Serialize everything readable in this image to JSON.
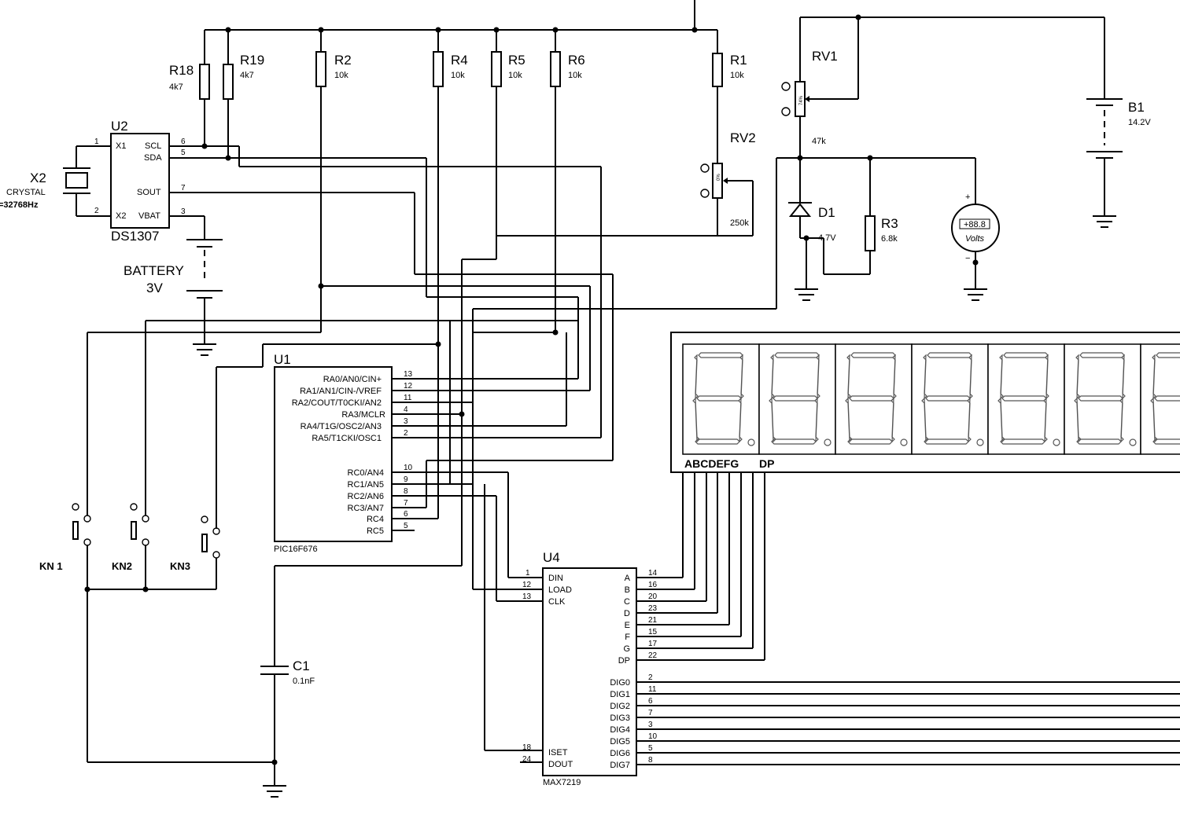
{
  "components": {
    "R18": {
      "ref": "R18",
      "value": "4k7"
    },
    "R19": {
      "ref": "R19",
      "value": "4k7"
    },
    "R2": {
      "ref": "R2",
      "value": "10k"
    },
    "R4": {
      "ref": "R4",
      "value": "10k"
    },
    "R5": {
      "ref": "R5",
      "value": "10k"
    },
    "R6": {
      "ref": "R6",
      "value": "10k"
    },
    "R1": {
      "ref": "R1",
      "value": "10k"
    },
    "RV1": {
      "ref": "RV1",
      "value": "47k",
      "wiper": "74%"
    },
    "RV2": {
      "ref": "RV2",
      "value": "250k",
      "wiper": "0%"
    },
    "B1": {
      "ref": "B1",
      "value": "14.2V"
    },
    "D1": {
      "ref": "D1",
      "value": "4.7V"
    },
    "R3": {
      "ref": "R3",
      "value": "6.8k"
    },
    "X2": {
      "ref": "X2",
      "type": "CRYSTAL",
      "freq": "=32768Hz"
    },
    "U2": {
      "ref": "U2",
      "part": "DS1307",
      "pins": {
        "x1": "X1",
        "x2": "X2",
        "scl": "SCL",
        "sda": "SDA",
        "sout": "SOUT",
        "vbat": "VBAT"
      },
      "nums": [
        "1",
        "2",
        "6",
        "5",
        "7",
        "3"
      ]
    },
    "BATTERY": {
      "ref": "BATTERY",
      "value": "3V"
    },
    "U1": {
      "ref": "U1",
      "part": "PIC16F676",
      "pins": [
        {
          "name": "RA0/AN0/CIN+",
          "num": "13"
        },
        {
          "name": "RA1/AN1/CIN-/VREF",
          "num": "12"
        },
        {
          "name": "RA2/COUT/T0CKI/AN2",
          "num": "11"
        },
        {
          "name": "RA3/MCLR",
          "num": "4"
        },
        {
          "name": "RA4/T1G/OSC2/AN3",
          "num": "3"
        },
        {
          "name": "RA5/T1CKI/OSC1",
          "num": "2"
        },
        {
          "name": "RC0/AN4",
          "num": "10"
        },
        {
          "name": "RC1/AN5",
          "num": "9"
        },
        {
          "name": "RC2/AN6",
          "num": "8"
        },
        {
          "name": "RC3/AN7",
          "num": "7"
        },
        {
          "name": "RC4",
          "num": "6"
        },
        {
          "name": "RC5",
          "num": "5"
        }
      ]
    },
    "U4": {
      "ref": "U4",
      "part": "MAX7219",
      "left_pins": [
        {
          "name": "DIN",
          "num": "1"
        },
        {
          "name": "LOAD",
          "num": "12"
        },
        {
          "name": "CLK",
          "num": "13"
        },
        {
          "name": "ISET",
          "num": "18"
        },
        {
          "name": "DOUT",
          "num": "24"
        }
      ],
      "right_pins": [
        {
          "name": "A",
          "num": "14"
        },
        {
          "name": "B",
          "num": "16"
        },
        {
          "name": "C",
          "num": "20"
        },
        {
          "name": "D",
          "num": "23"
        },
        {
          "name": "E",
          "num": "21"
        },
        {
          "name": "F",
          "num": "15"
        },
        {
          "name": "G",
          "num": "17"
        },
        {
          "name": "DP",
          "num": "22"
        },
        {
          "name": "DIG0",
          "num": "2"
        },
        {
          "name": "DIG1",
          "num": "11"
        },
        {
          "name": "DIG2",
          "num": "6"
        },
        {
          "name": "DIG3",
          "num": "7"
        },
        {
          "name": "DIG4",
          "num": "3"
        },
        {
          "name": "DIG5",
          "num": "10"
        },
        {
          "name": "DIG6",
          "num": "5"
        },
        {
          "name": "DIG7",
          "num": "8"
        }
      ]
    },
    "C1": {
      "ref": "C1",
      "value": "0.1nF"
    },
    "buttons": [
      "KN 1",
      "KN2",
      "KN3"
    ],
    "voltmeter": {
      "reading": "+88.8",
      "unit": "Volts",
      "plus": "+",
      "minus": "−"
    },
    "display": {
      "seg_labels": "ABCDEFG",
      "dp_label": "DP",
      "digits": 7
    }
  }
}
